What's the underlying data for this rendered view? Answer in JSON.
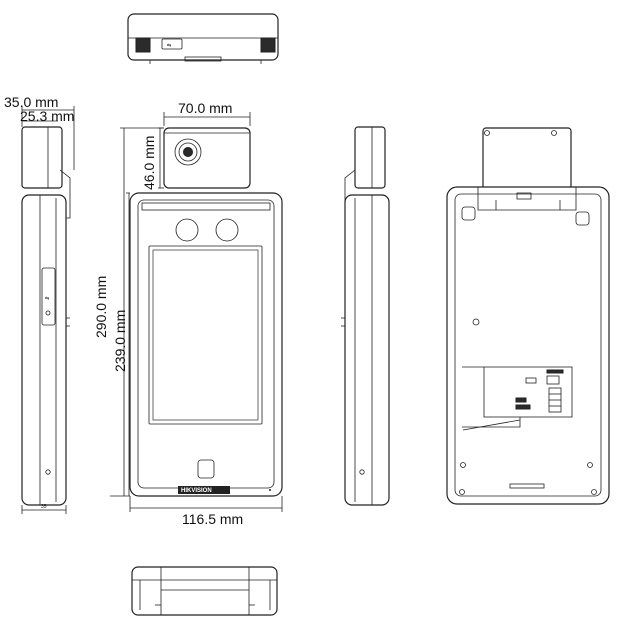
{
  "dimensions": {
    "depth_total": "35.0 mm",
    "depth_body": "25.3 mm",
    "camera_width": "70.0 mm",
    "camera_height": "46.0 mm",
    "total_height": "290.0 mm",
    "body_height": "239.0 mm",
    "body_width": "116.5 mm"
  },
  "labels": {
    "brand": "HIKVISION",
    "side_small_dim": "35"
  },
  "colors": {
    "line": "#222222",
    "screen": "#2b2b2b",
    "background": "#ffffff"
  },
  "icons": {
    "usb": "usb-icon"
  }
}
